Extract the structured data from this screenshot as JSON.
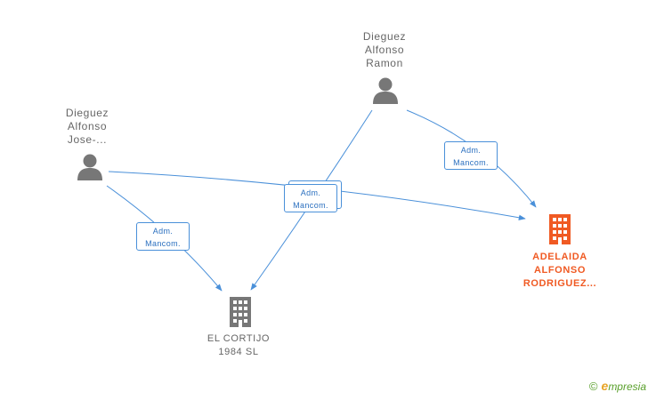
{
  "people": [
    {
      "id": "dieguez-ramon",
      "lines": [
        "Dieguez",
        "Alfonso",
        "Ramon"
      ]
    },
    {
      "id": "dieguez-jose",
      "lines": [
        "Dieguez",
        "Alfonso",
        "Jose-..."
      ]
    }
  ],
  "companies": [
    {
      "id": "adelaida",
      "lines": [
        "ADELAIDA",
        "ALFONSO",
        "RODRIGUEZ..."
      ],
      "color": "#f05a23"
    },
    {
      "id": "el-cortijo",
      "lines": [
        "EL CORTIJO",
        "1984 SL"
      ],
      "color": "#777777"
    }
  ],
  "relations": [
    {
      "from": "dieguez-ramon",
      "to": "adelaida",
      "lines": [
        "Adm.",
        "Mancom."
      ]
    },
    {
      "from": "dieguez-ramon",
      "to": "el-cortijo",
      "lines": [
        "Adm.",
        "Mancom."
      ]
    },
    {
      "from": "dieguez-jose",
      "to": "adelaida",
      "lines": [
        "Adm.",
        "Mancom."
      ]
    },
    {
      "from": "dieguez-jose",
      "to": "el-cortijo",
      "lines": [
        "Adm.",
        "Mancom."
      ]
    }
  ],
  "colors": {
    "edge": "#4a90d9",
    "person_icon": "#777777"
  },
  "brand": {
    "copyright": "©",
    "initial": "e",
    "name": "mpresia"
  }
}
